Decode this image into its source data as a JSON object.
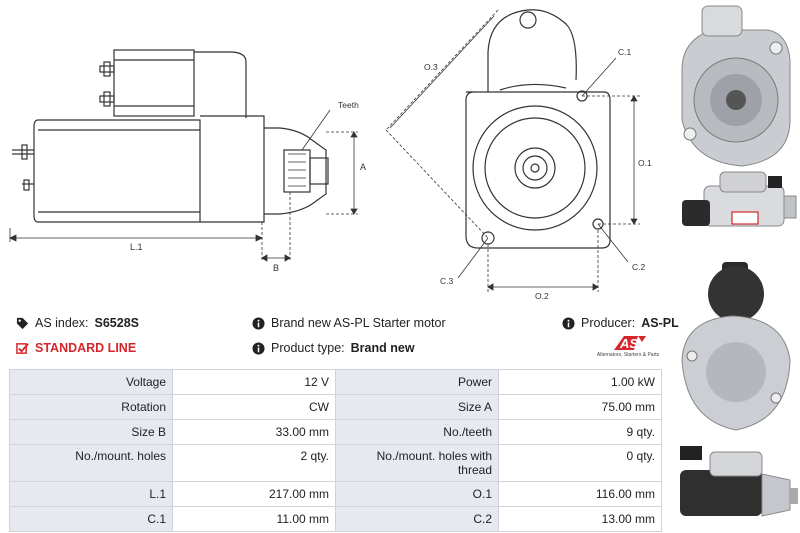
{
  "drawing": {
    "labels": {
      "teeth": "Teeth",
      "a": "A",
      "l1": "L.1",
      "b": "B",
      "o3": "O.3",
      "c1": "C.1",
      "o1": "O.1",
      "c3": "C.3",
      "c2": "C.2",
      "o2": "O.2"
    }
  },
  "info": {
    "as_index_label": "AS index:",
    "as_index_value": "S6528S",
    "line_label": "STANDARD LINE",
    "description": "Brand new AS-PL Starter motor",
    "product_type_label": "Product type:",
    "product_type_value": "Brand new",
    "producer_label": "Producer:",
    "producer_value": "AS-PL",
    "brand_logo_text": "AS",
    "brand_tagline": "Alternators, Starters & Parts"
  },
  "specs": [
    {
      "l1": "Voltage",
      "v1": "12 V",
      "l2": "Power",
      "v2": "1.00 kW"
    },
    {
      "l1": "Rotation",
      "v1": "CW",
      "l2": "Size A",
      "v2": "75.00 mm"
    },
    {
      "l1": "Size B",
      "v1": "33.00 mm",
      "l2": "No./teeth",
      "v2": "9 qty."
    },
    {
      "l1": "No./mount. holes",
      "v1": "2 qty.",
      "l2": "No./mount. holes with thread",
      "v2": "0 qty."
    },
    {
      "l1": "L.1",
      "v1": "217.00 mm",
      "l2": "O.1",
      "v2": "116.00 mm"
    },
    {
      "l1": "C.1",
      "v1": "11.00 mm",
      "l2": "C.2",
      "v2": "13.00 mm"
    }
  ],
  "colors": {
    "accent": "#d7262b",
    "table_label_bg": "#e6e9ef",
    "table_border": "#cfd4dc"
  }
}
